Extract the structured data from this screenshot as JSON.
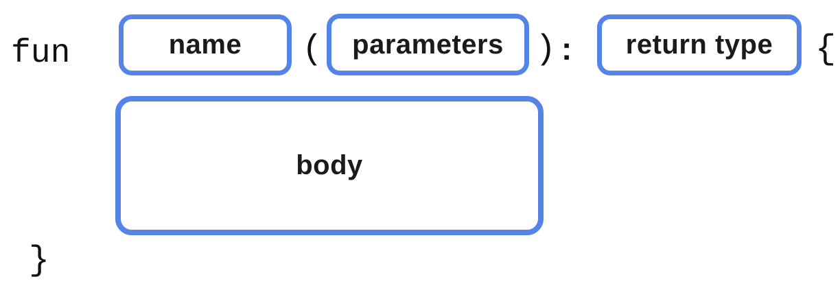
{
  "syntax": {
    "keyword": "fun",
    "open_paren": "(",
    "close_paren": ")",
    "colon": ":",
    "open_brace": "{",
    "close_brace": "}"
  },
  "placeholders": {
    "name": "name",
    "parameters": "parameters",
    "return_type": "return type",
    "body": "body"
  },
  "colors": {
    "box_border": "#5584e7",
    "code_text": "#111111",
    "label_text": "#1b1b1b",
    "background": "#ffffff"
  }
}
